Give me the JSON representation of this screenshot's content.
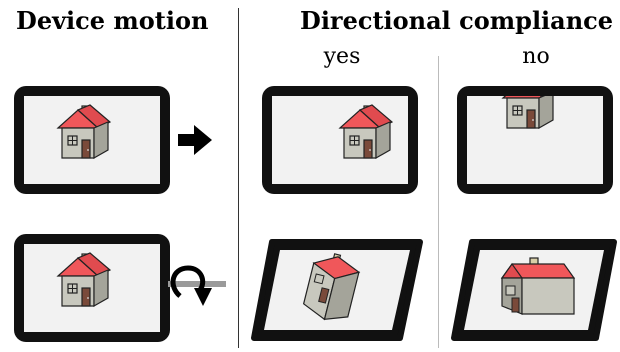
{
  "headings": {
    "device_motion": "Device motion",
    "directional_compliance": "Directional compliance"
  },
  "columns": {
    "yes": "yes",
    "no": "no"
  },
  "rows": [
    {
      "motion": "translate-right",
      "motion_icon": "arrow-right-icon"
    },
    {
      "motion": "rotate-tilt",
      "motion_icon": "rotate-arrow-icon"
    }
  ],
  "colors": {
    "tablet_frame": "#111111",
    "screen": "#f2f2f2",
    "roof": "#f0575a",
    "wall": "#c8c8be",
    "wall_side": "#a4a49a",
    "chimney": "#d8cfa8",
    "door": "#7a4a3a"
  }
}
